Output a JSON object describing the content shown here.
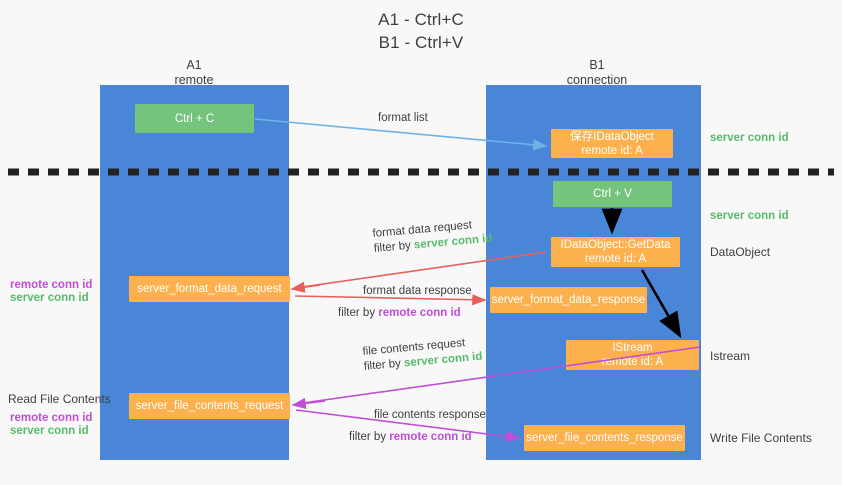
{
  "title": {
    "line1": "A1 - Ctrl+C",
    "line2": "B1 - Ctrl+V"
  },
  "columns": [
    {
      "name": "A1",
      "subtitle": "remote"
    },
    {
      "name": "B1",
      "subtitle": "connection"
    }
  ],
  "boxes": {
    "ctrl_c": {
      "label": "Ctrl + C"
    },
    "ctrl_v": {
      "label": "Ctrl + V"
    },
    "save_dataobject": {
      "line1": "保存IDataObject",
      "line2": "remote id: A"
    },
    "getdata": {
      "line1": "IDataObject::GetData",
      "line2": "remote id: A"
    },
    "istream": {
      "line1": "IStream",
      "line2": "remote id: A"
    },
    "server_format_data_request": {
      "label": "server_format_data_request"
    },
    "server_format_data_response": {
      "label": "server_format_data_response"
    },
    "server_file_contents_request": {
      "label": "server_file_contents_request"
    },
    "server_file_contents_response": {
      "label": "server_file_contents_response"
    }
  },
  "edges": {
    "format_list": {
      "label": "format list"
    },
    "format_data_request": {
      "text": "format data request",
      "filter_prefix": "filter by ",
      "filter_value": "server conn id"
    },
    "format_data_response": {
      "text": "format data response",
      "filter_prefix": "filter by ",
      "filter_value": "remote conn id"
    },
    "file_contents_request": {
      "text": "file contents request",
      "filter_prefix": "filter by ",
      "filter_value": "server conn id"
    },
    "file_contents_response": {
      "text": "file contents response",
      "filter_prefix": "filter by ",
      "filter_value": "remote conn id"
    }
  },
  "annotations": {
    "right_top_server_conn": "server conn id",
    "right_mid_server_conn": "server conn id",
    "right_dataobject": "DataObject",
    "right_istream": "Istream",
    "right_write_file_contents": "Write File Contents",
    "left_remote_conn_1": "remote conn id",
    "left_server_conn_1": "server conn id",
    "left_read_file_contents": "Read File Contents",
    "left_remote_conn_2": "remote conn id",
    "left_server_conn_2": "server conn id"
  },
  "colors": {
    "lane": "#4a86d8",
    "green_box": "#74c47d",
    "orange_box": "#fcb14e",
    "green_text": "#57bb6a",
    "purple_text": "#c24dd6",
    "arrow_light_blue": "#6fb2e8",
    "arrow_red": "#e8605a",
    "arrow_magenta": "#c24dd6",
    "arrow_black": "#000000",
    "background": "#f8f8f8"
  }
}
